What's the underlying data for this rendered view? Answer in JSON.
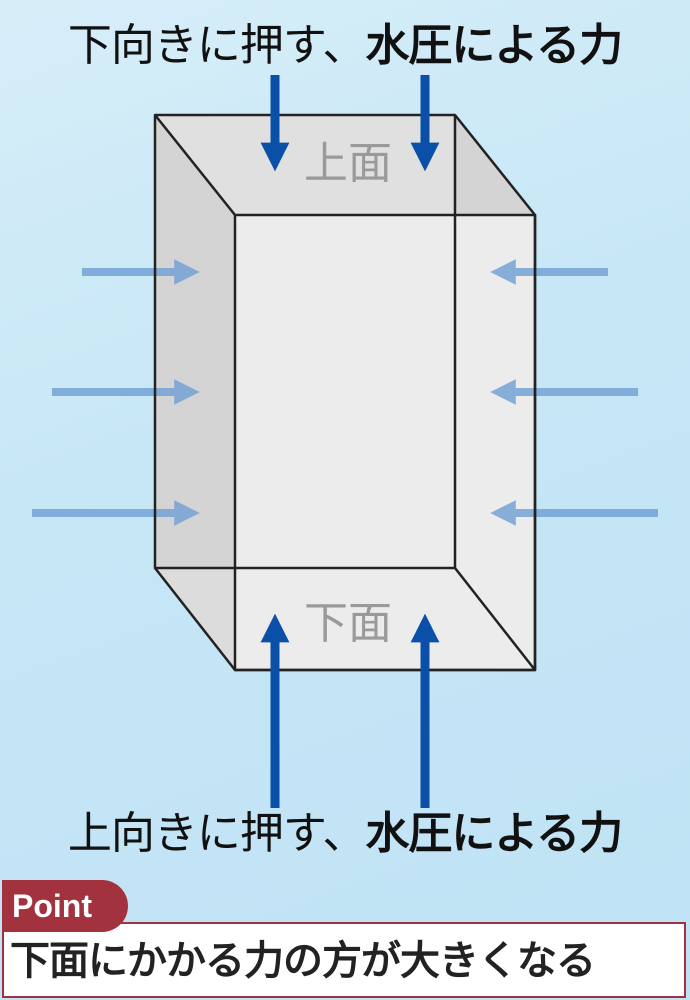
{
  "top_caption": {
    "normal": "下向きに押す、",
    "bold": "水圧による力"
  },
  "bottom_caption": {
    "normal": "上向きに押す、",
    "bold": "水圧による力"
  },
  "faces": {
    "top": "上面",
    "bottom": "下面"
  },
  "point": {
    "tag": "Point",
    "text": "下面にかかる力の方が大きくなる"
  },
  "colors": {
    "vertical_arrow": "#0a4fa8",
    "side_arrow": "#6f9fd4",
    "accent": "#a3323f",
    "box_edge": "#222222"
  },
  "icons": [
    "down-arrow",
    "up-arrow",
    "right-arrow",
    "left-arrow"
  ]
}
